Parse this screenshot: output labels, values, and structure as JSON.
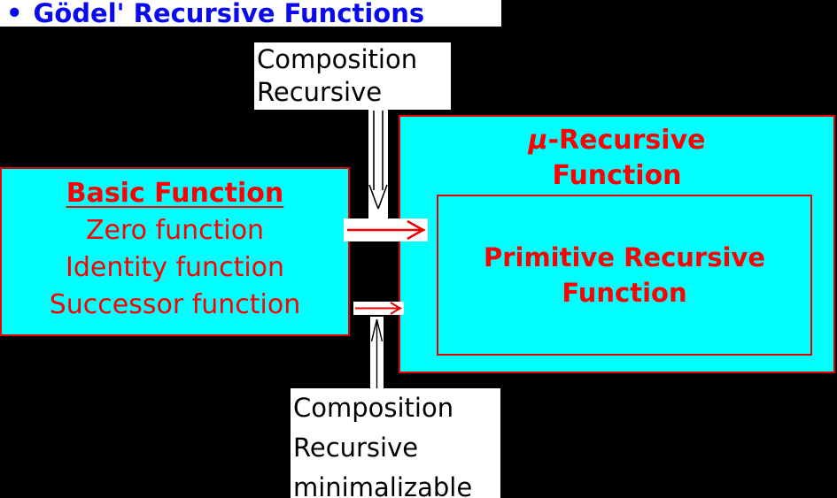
{
  "title": {
    "bullet": "•",
    "text": "Gödel' Recursive Functions"
  },
  "top_label_box": {
    "lines": [
      "Composition",
      "Recursive"
    ]
  },
  "left_box": {
    "heading": "Basic Function",
    "items": [
      "Zero function",
      "Identity function",
      "Successor function"
    ]
  },
  "right_box": {
    "mu": "μ",
    "title_line1_rest": "-Recursive",
    "title_line2": "Function",
    "inner_box": {
      "line1": "Primitive Recursive",
      "line2": "Function"
    }
  },
  "bottom_label_box": {
    "lines": [
      "Composition",
      "Recursive",
      "minimalizable"
    ]
  },
  "icons": {
    "down_arrow": "↓",
    "up_arrow": "↑",
    "right_arrow": "→",
    "bullet": "•"
  },
  "colors": {
    "bg": "#000000",
    "box_fill": "#00ffff",
    "accent_red": "#ff0000",
    "border_red": "#e30000",
    "title_blue": "#0a0aee",
    "label_bg": "#ffffff",
    "label_text": "#000000"
  }
}
